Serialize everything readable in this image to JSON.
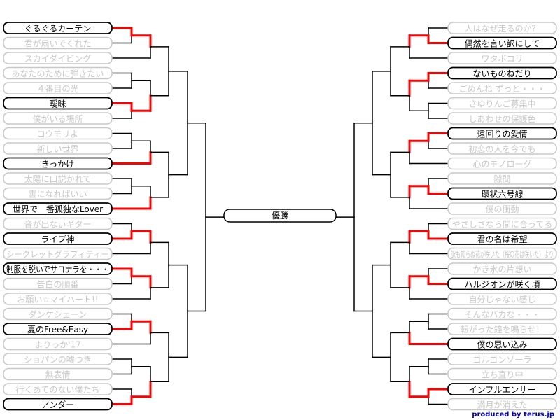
{
  "final_label": "優勝",
  "credit": "produced by terus.jp",
  "colors": {
    "win": "#ff0000",
    "line": "#000000",
    "active": "#000000",
    "eliminated": "#c8c8c8",
    "credit": "#0000cc"
  },
  "left": {
    "entries": [
      {
        "name": "ぐるぐるカーテン",
        "status": "active"
      },
      {
        "name": "君が扇いでくれた",
        "status": "eliminated"
      },
      {
        "name": "スカイダイビング",
        "status": "eliminated"
      },
      {
        "name": "あなたのために弾きたい",
        "status": "eliminated"
      },
      {
        "name": "４番目の光",
        "status": "eliminated"
      },
      {
        "name": "曖昧",
        "status": "active"
      },
      {
        "name": "僕がいる場所",
        "status": "eliminated"
      },
      {
        "name": "コウモリよ",
        "status": "eliminated"
      },
      {
        "name": "新しい世界",
        "status": "eliminated"
      },
      {
        "name": "きっかけ",
        "status": "active"
      },
      {
        "name": "太陽に口説かれて",
        "status": "eliminated"
      },
      {
        "name": "雲になればいい",
        "status": "eliminated"
      },
      {
        "name": "世界で一番孤独なLover",
        "status": "active"
      },
      {
        "name": "音が出ないギター",
        "status": "eliminated"
      },
      {
        "name": "ライブ神",
        "status": "active"
      },
      {
        "name": "シークレットグラフィティー",
        "status": "eliminated"
      },
      {
        "name": "制服を脱いでサヨナラを・・・",
        "status": "active"
      },
      {
        "name": "告白の順番",
        "status": "eliminated"
      },
      {
        "name": "お願い☆マイハート!!",
        "status": "eliminated"
      },
      {
        "name": "ダンケシェーン",
        "status": "eliminated"
      },
      {
        "name": "夏のFree&Easy",
        "status": "active"
      },
      {
        "name": "まりっか'17",
        "status": "eliminated"
      },
      {
        "name": "ショパンの嘘つき",
        "status": "eliminated"
      },
      {
        "name": "無表情",
        "status": "eliminated"
      },
      {
        "name": "行くあてのない僕たち",
        "status": "eliminated"
      },
      {
        "name": "アンダー",
        "status": "active"
      }
    ]
  },
  "right": {
    "entries": [
      {
        "name": "人はなぜ走るのか？",
        "status": "eliminated"
      },
      {
        "name": "偶然を言い訳にして",
        "status": "active"
      },
      {
        "name": "ワタボコリ",
        "status": "eliminated"
      },
      {
        "name": "ないものねだり",
        "status": "active"
      },
      {
        "name": "ごめんね ずっと・・・",
        "status": "eliminated"
      },
      {
        "name": "さゆりんご募集中",
        "status": "eliminated"
      },
      {
        "name": "しあわせの保護色",
        "status": "eliminated"
      },
      {
        "name": "遠回りの愛情",
        "status": "active"
      },
      {
        "name": "初恋の人を今でも",
        "status": "eliminated"
      },
      {
        "name": "心のモノローグ",
        "status": "eliminated"
      },
      {
        "name": "隙間",
        "status": "eliminated"
      },
      {
        "name": "環状六号線",
        "status": "active"
      },
      {
        "name": "僕の衝動",
        "status": "eliminated"
      },
      {
        "name": "やさしさなら間に合ってる",
        "status": "eliminated"
      },
      {
        "name": "君の名は希望",
        "status": "active"
      },
      {
        "name": "訳も知らぬ花が咲いた（桜の花は咲いた）より",
        "status": "eliminated"
      },
      {
        "name": "かき氷の片想い",
        "status": "eliminated"
      },
      {
        "name": "ハルジオンが咲く頃",
        "status": "active"
      },
      {
        "name": "自分じゃない感じ",
        "status": "eliminated"
      },
      {
        "name": "そんなバカな・・・",
        "status": "eliminated"
      },
      {
        "name": "転がった鐘を鳴らせ！",
        "status": "eliminated"
      },
      {
        "name": "僕の思い込み",
        "status": "active"
      },
      {
        "name": "ゴルゴンゾーラ",
        "status": "eliminated"
      },
      {
        "name": "立ち直り中",
        "status": "eliminated"
      },
      {
        "name": "インフルエンサー",
        "status": "active"
      },
      {
        "name": "満月が消えた",
        "status": "eliminated"
      }
    ]
  }
}
